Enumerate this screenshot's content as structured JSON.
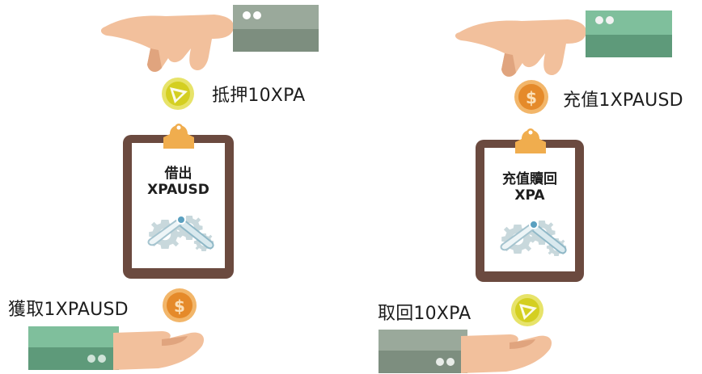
{
  "left_flow": {
    "deposit_caption": "抵押10XPA",
    "contract_line1": "借出",
    "contract_line2": "XPAUSD",
    "receive_caption": "獲取1XPAUSD"
  },
  "right_flow": {
    "deposit_caption": "充值1XPAUSD",
    "contract_line1": "充值贖回",
    "contract_line2": "XPA",
    "receive_caption": "取回10XPA"
  },
  "colors": {
    "skin": "#f2c09c",
    "skin_shadow": "#e0a47e",
    "card_gray_top": "#9aa99b",
    "card_gray_bottom": "#7d8e7f",
    "card_green_top": "#7fbf9c",
    "card_green_bottom": "#5e9a7a",
    "board_brown": "#6b4a3f",
    "clip_orange": "#f0ad4e",
    "coin_yellow": "#d4cf21",
    "coin_orange": "#e58a2a",
    "gear": "#b9cfd6"
  },
  "icons": [
    "hand-icon",
    "card-icon",
    "xpa-coin-icon",
    "dollar-coin-icon",
    "clipboard-icon",
    "gear-icon"
  ]
}
